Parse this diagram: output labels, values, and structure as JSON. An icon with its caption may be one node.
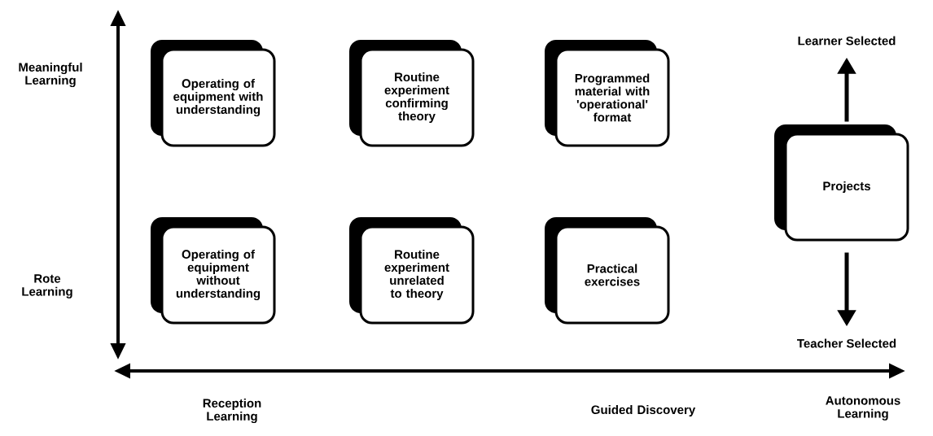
{
  "diagram": {
    "nodes": [
      {
        "text": [
          "Operating of equipment with understanding"
        ]
      },
      {
        "text": [
          "Routine experiment confirming theory"
        ]
      },
      {
        "text": [
          "Programmed material with 'operational' format"
        ]
      },
      {
        "text": [
          "Learner Selected"
        ]
      },
      {
        "text": [
          "Projects"
        ]
      },
      {
        "text": [
          "Operating of equipment without understanding"
        ]
      },
      {
        "text": [
          "Routine experiment unrelated to theory"
        ]
      },
      {
        "text": [
          "Practical exercises"
        ]
      },
      {
        "text": [
          "Teacher Selected"
        ]
      }
    ],
    "edges": [
      {
        "from": 4,
        "to": 3,
        "arrow": "to"
      },
      {
        "from": 4,
        "to": 8,
        "arrow": "to"
      }
    ],
    "labels": [
      "Meaningful Learning",
      "Rote Learning",
      "Reception Learning",
      "Guided Discovery",
      "Autonomous Learning"
    ]
  }
}
